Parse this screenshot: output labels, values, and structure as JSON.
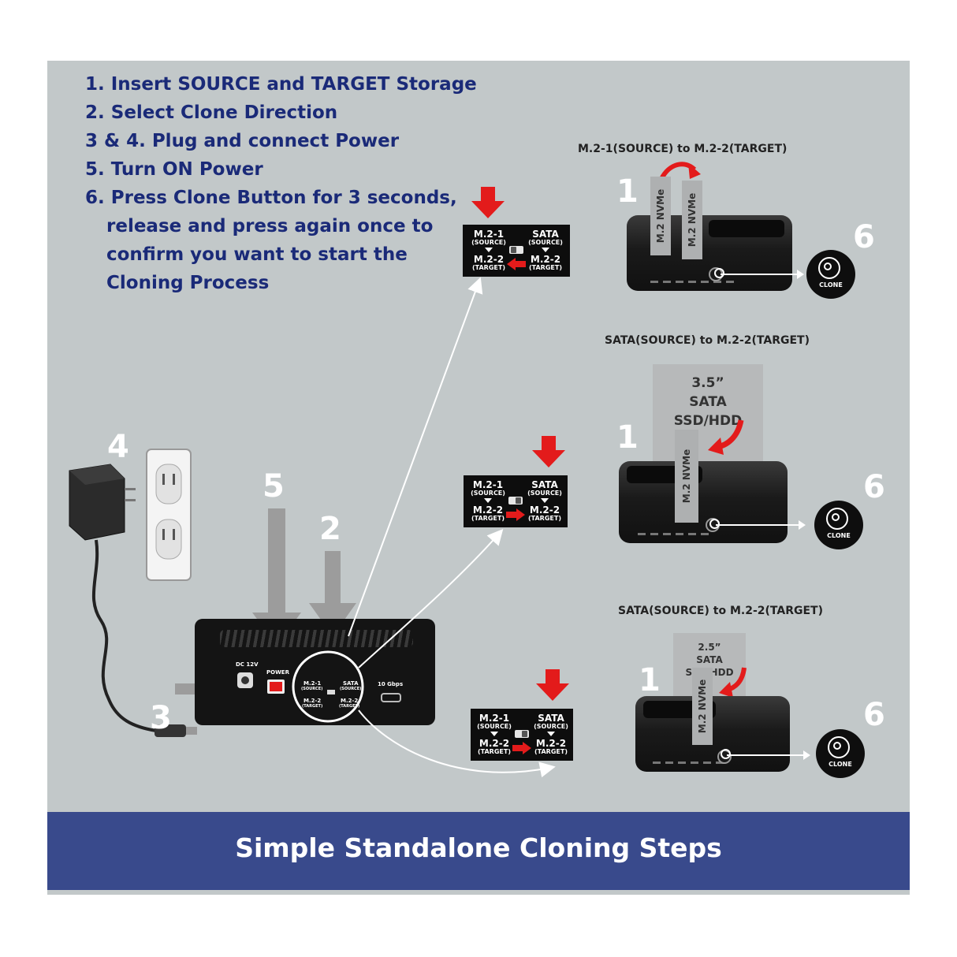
{
  "instructions": [
    "1. Insert SOURCE and TARGET Storage",
    "2. Select Clone Direction",
    "3 & 4. Plug and connect Power",
    "5. Turn ON Power",
    "6. Press Clone Button for 3 seconds,",
    "release and press again once to",
    "confirm you want to start the",
    "Cloning Process"
  ],
  "scenarios": [
    {
      "caption": "M.2-1(SOURCE) to M.2-2(TARGET)",
      "card_a": "M.2 NVMe",
      "card_b": "M.2 NVMe"
    },
    {
      "caption": "SATA(SOURCE) to M.2-2(TARGET)",
      "drive": "3.5” SATA SSD/HDD",
      "card": "M.2 NVMe"
    },
    {
      "caption": "SATA(SOURCE) to M.2-2(TARGET)",
      "drive": "2.5” SATA SSD/HDD",
      "card": "M.2 NVMe"
    }
  ],
  "switch_labels": {
    "m21": "M.2-1",
    "sata": "SATA",
    "source": "(SOURCE)",
    "m22": "M.2-2",
    "target": "(TARGET)"
  },
  "clone_label": "CLONE",
  "device_back": {
    "dc": "DC 12V",
    "power": "POWER",
    "usb": "10 Gbps"
  },
  "callouts": {
    "n1": "1",
    "n2": "2",
    "n3": "3",
    "n4": "4",
    "n5": "5",
    "n6": "6"
  },
  "banner_title": "Simple Standalone Cloning Steps",
  "colors": {
    "panel": "#c2c8c9",
    "banner": "#394a8c",
    "text_blue": "#1a2a78",
    "red": "#e31b1b"
  }
}
